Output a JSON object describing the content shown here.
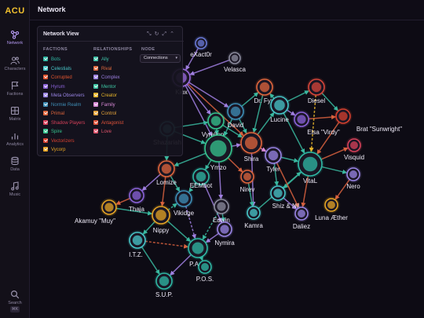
{
  "app": {
    "logo": "ACU",
    "page_title": "Network"
  },
  "sidebar": {
    "items": [
      {
        "label": "Network",
        "icon": "network-icon",
        "active": true
      },
      {
        "label": "Characters",
        "icon": "users-icon"
      },
      {
        "label": "Factions",
        "icon": "flag-icon"
      },
      {
        "label": "Matrix",
        "icon": "grid-icon"
      },
      {
        "label": "Analytics",
        "icon": "bar-chart-icon"
      },
      {
        "label": "Data",
        "icon": "database-icon"
      },
      {
        "label": "Music",
        "icon": "music-icon"
      },
      {
        "label": "Search",
        "icon": "search-icon"
      }
    ],
    "shortcut": "⌘K"
  },
  "panel": {
    "title": "Network View",
    "factions_heading": "FACTIONS",
    "relationships_heading": "RELATIONSHIPS",
    "nodes_heading": "NODE",
    "factions": [
      {
        "label": "Bots",
        "color": "#2fb9a5"
      },
      {
        "label": "Celestials",
        "color": "#48c7c9"
      },
      {
        "label": "Corrupted",
        "color": "#e2552f"
      },
      {
        "label": "Hyrum",
        "color": "#8b63d9"
      },
      {
        "label": "Meta Observers",
        "color": "#9a85e6"
      },
      {
        "label": "Normie Realm",
        "color": "#3f8fb8"
      },
      {
        "label": "Primal",
        "color": "#e0663c"
      },
      {
        "label": "Shadow Players",
        "color": "#d8415a"
      },
      {
        "label": "Spire",
        "color": "#36c58f"
      },
      {
        "label": "Vectorizers",
        "color": "#d5402f"
      },
      {
        "label": "Vycorp",
        "color": "#e6a424"
      }
    ],
    "relationships": [
      {
        "label": "Ally",
        "color": "#3fc2a8"
      },
      {
        "label": "Rival",
        "color": "#e06a3e"
      },
      {
        "label": "Complex",
        "color": "#9b7fe0"
      },
      {
        "label": "Mentor",
        "color": "#3ec7a5"
      },
      {
        "label": "Creator",
        "color": "#e6b42a"
      },
      {
        "label": "Family",
        "color": "#d889d6"
      },
      {
        "label": "Control",
        "color": "#e5a33a"
      },
      {
        "label": "Antagonist",
        "color": "#e0533a"
      },
      {
        "label": "Love",
        "color": "#e0536a"
      }
    ],
    "node_size_mode": "Connections"
  },
  "graph": {
    "colors": {
      "ally": "#39b89f",
      "rival": "#d9623e",
      "complex": "#a07fe0",
      "creator": "#e6b42a",
      "family": "#d889d6"
    },
    "nodes": [
      {
        "id": "exact",
        "label": "eXact0r",
        "color": "#6a7ad8"
      },
      {
        "id": "velasca",
        "label": "Velasca",
        "color": "#8c8c9e"
      },
      {
        "id": "kiox",
        "label": "Kiox",
        "color": "#9c6be0"
      },
      {
        "id": "dr",
        "label": "Dr. Fyxi",
        "color": "#e0663c"
      },
      {
        "id": "diesel",
        "label": "Diesel",
        "color": "#d8463a"
      },
      {
        "id": "david",
        "label": "David",
        "color": "#3f8fb8"
      },
      {
        "id": "lucine",
        "label": "Lucine",
        "color": "#48c7c9"
      },
      {
        "id": "elsa",
        "label": "Elsa \"Virdy\"",
        "color": "#8b63d9"
      },
      {
        "id": "brat",
        "label": "Brat \"Sunwright\"",
        "color": "#d5402f"
      },
      {
        "id": "shaz",
        "label": "Shazariah",
        "color": "#48c7c9"
      },
      {
        "id": "vyrelion",
        "label": "Vyrelion",
        "color": "#36c58f"
      },
      {
        "id": "ymzo",
        "label": "Ymzo",
        "color": "#36c58f"
      },
      {
        "id": "shira",
        "label": "Shira",
        "color": "#e0663c"
      },
      {
        "id": "tyler",
        "label": "Tyler",
        "color": "#9a85e6"
      },
      {
        "id": "vital",
        "label": "VitaL",
        "color": "#2fb9a5"
      },
      {
        "id": "visquid",
        "label": "Visquid",
        "color": "#d8415a"
      },
      {
        "id": "nero",
        "label": "Nero",
        "color": "#9a85e6"
      },
      {
        "id": "lomize",
        "label": "Lomize",
        "color": "#e0663c"
      },
      {
        "id": "nirev",
        "label": "Nirev",
        "color": "#e0663c"
      },
      {
        "id": "eembot",
        "label": "EEMbot",
        "color": "#2fb9a5"
      },
      {
        "id": "thaja",
        "label": "Thaja",
        "color": "#8b63d9"
      },
      {
        "id": "akamuy",
        "label": "Akamuy \"Muy\"",
        "color": "#e6a424"
      },
      {
        "id": "nippy",
        "label": "Nippy",
        "color": "#e6a424"
      },
      {
        "id": "vikidge",
        "label": "Vikidge",
        "color": "#3f8fb8"
      },
      {
        "id": "edwin",
        "label": "Edwin",
        "color": "#8c8c9e"
      },
      {
        "id": "shiz",
        "label": "Shiz & Nil",
        "color": "#48c7c9"
      },
      {
        "id": "luna",
        "label": "Luna Æther",
        "color": "#e6a424"
      },
      {
        "id": "kamra",
        "label": "Kamra",
        "color": "#48c7c9"
      },
      {
        "id": "daliez",
        "label": "Daliez",
        "color": "#9a85e6"
      },
      {
        "id": "nymira",
        "label": "Nymira",
        "color": "#9a85e6"
      },
      {
        "id": "itz",
        "label": "I.T.Z.",
        "color": "#48c7c9"
      },
      {
        "id": "pab",
        "label": "P.A.B.",
        "color": "#2fb9a5"
      },
      {
        "id": "pos",
        "label": "P.O.S.",
        "color": "#2fb9a5"
      },
      {
        "id": "sup",
        "label": "S.U.P.",
        "color": "#2fb9a5"
      }
    ]
  }
}
